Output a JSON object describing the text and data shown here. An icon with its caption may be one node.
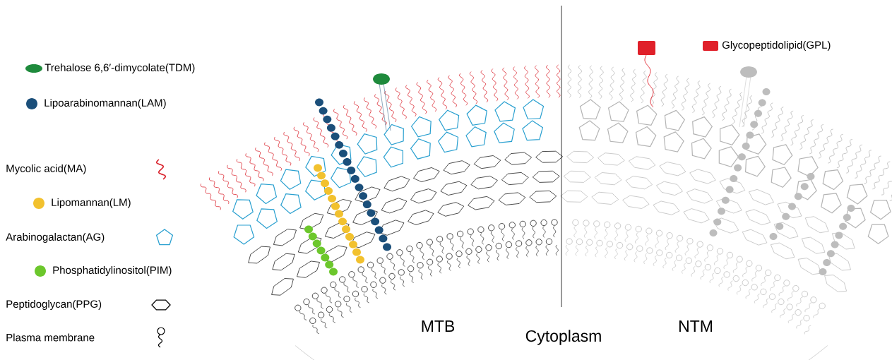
{
  "diagram": {
    "labels": [
      "MTB",
      "Cytoplasm",
      "NTM"
    ],
    "legend": [
      {
        "text": "Trehalose 6,6′-dimycolate(TDM)"
      },
      {
        "text": "Lipoarabinomannan(LAM)"
      },
      {
        "text": "Mycolic acid(MA)"
      },
      {
        "text": "Lipomannan(LM)"
      },
      {
        "text": "Arabinogalactan(AG)"
      },
      {
        "text": "Phosphatidylinositol(PIM)"
      },
      {
        "text": "Peptidoglycan(PPG)"
      },
      {
        "text": "Plasma membrane"
      },
      {
        "text": "Glycopeptidolipid(GPL)"
      }
    ]
  }
}
